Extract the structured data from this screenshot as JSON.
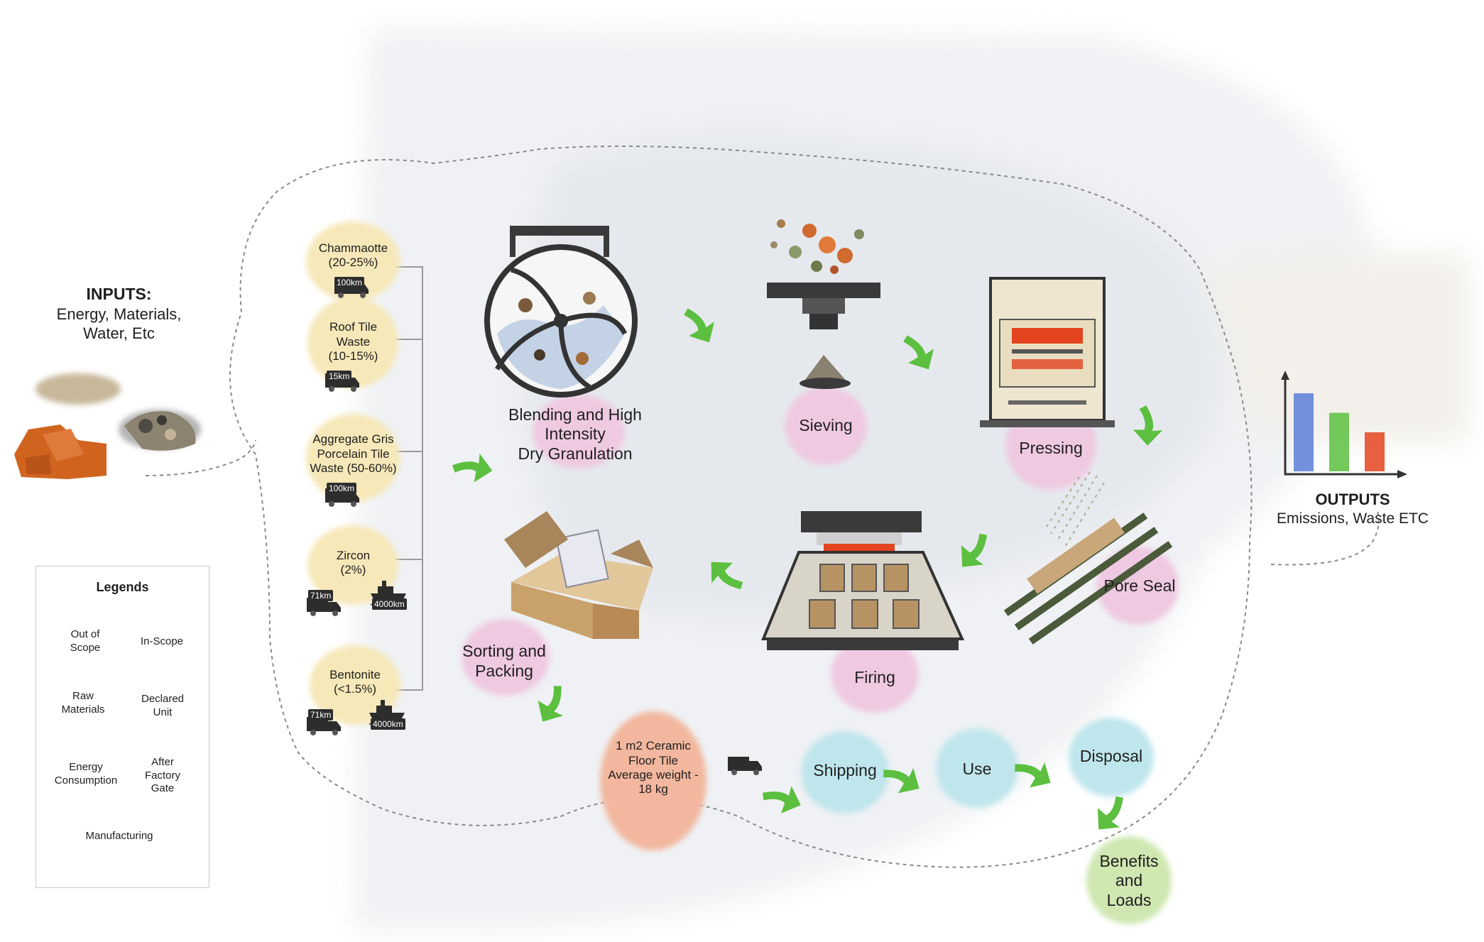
{
  "inputs": {
    "title": "INPUTS:",
    "subtitle_line1": "Energy, Materials,",
    "subtitle_line2": "Water, Etc"
  },
  "outputs": {
    "title": "OUTPUTS",
    "subtitle": "Emissions, Waste ETC"
  },
  "materials": [
    {
      "line1": "Chammaotte",
      "line2": "(20-25%)",
      "line3": "",
      "truck": "100km",
      "ship": ""
    },
    {
      "line1": "Roof Tile",
      "line2": "Waste",
      "line3": "(10-15%)",
      "truck": "15km",
      "ship": ""
    },
    {
      "line1": "Aggregate Gris",
      "line2": "Porcelain Tile",
      "line3": "Waste (50-60%)",
      "truck": "100km",
      "ship": ""
    },
    {
      "line1": "Zircon",
      "line2": "(2%)",
      "line3": "",
      "truck": "71km",
      "ship": "4000km"
    },
    {
      "line1": "Bentonite",
      "line2": "(<1.5%)",
      "line3": "",
      "truck": "71km",
      "ship": "4000km"
    }
  ],
  "steps": {
    "blending": {
      "line1": "Blending and High",
      "line2": "Intensity",
      "line3": "Dry Granulation"
    },
    "sieving": "Sieving",
    "pressing": "Pressing",
    "pore_seal": "Pore Seal",
    "firing": "Firing",
    "sorting": {
      "line1": "Sorting and",
      "line2": "Packing"
    },
    "declared_unit": {
      "line1": "1 m2 Ceramic",
      "line2": "Floor Tile",
      "line3": "Average weight -",
      "line4": "18 kg"
    },
    "shipping": "Shipping",
    "use": "Use",
    "disposal": "Disposal",
    "benefits": {
      "line1": "Benefits",
      "line2": "and",
      "line3": "Loads"
    }
  },
  "legend": {
    "title": "Legends",
    "out_of_scope": {
      "line1": "Out of",
      "line2": "Scope"
    },
    "in_scope": "In-Scope",
    "raw_materials": {
      "line1": "Raw",
      "line2": "Materials"
    },
    "declared_unit": {
      "line1": "Declared",
      "line2": "Unit"
    },
    "energy": {
      "line1": "Energy",
      "line2": "Consumption"
    },
    "after_gate": {
      "line1": "After",
      "line2": "Factory",
      "line3": "Gate"
    },
    "manufacturing": "Manufacturing"
  },
  "colors": {
    "raw_materials": "#f6e8b8",
    "manufacturing": "#efc9e2",
    "declared_unit": "#f2b79e",
    "after_gate": "#bfe6ec",
    "out_of_scope": "#cfe7b1",
    "energy": "#c9d8f0",
    "arrow": "#5cbf3f",
    "watercolor": "#dfe3e8",
    "outline": "#8a8a8a"
  },
  "chart_icon": {
    "type": "bar",
    "values": [
      6,
      4.5,
      3
    ]
  }
}
